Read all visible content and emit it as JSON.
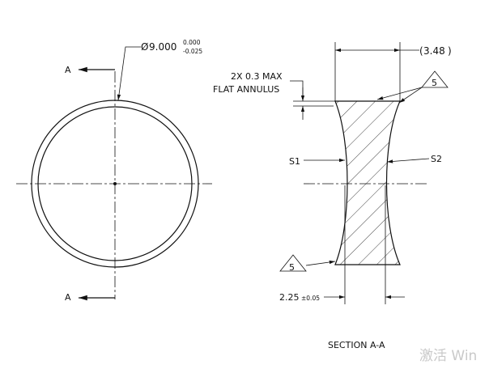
{
  "front_view": {
    "diameter_symbol": "Ø",
    "diameter_value": "9.000",
    "tol_upper": "0.000",
    "tol_lower": "-0.025",
    "section_label_top": "A",
    "section_label_bottom": "A"
  },
  "section_view": {
    "reference_dim": "3.48",
    "annulus_note_line1": "2X 0.3 MAX",
    "annulus_note_line2": "FLAT ANNULUS",
    "surface_1": "S1",
    "surface_2": "S2",
    "finish_symbol_value": "5",
    "center_thickness": "2.25",
    "center_thickness_tol": "±0.05",
    "title": "SECTION A-A"
  },
  "watermark": "激活 Win"
}
